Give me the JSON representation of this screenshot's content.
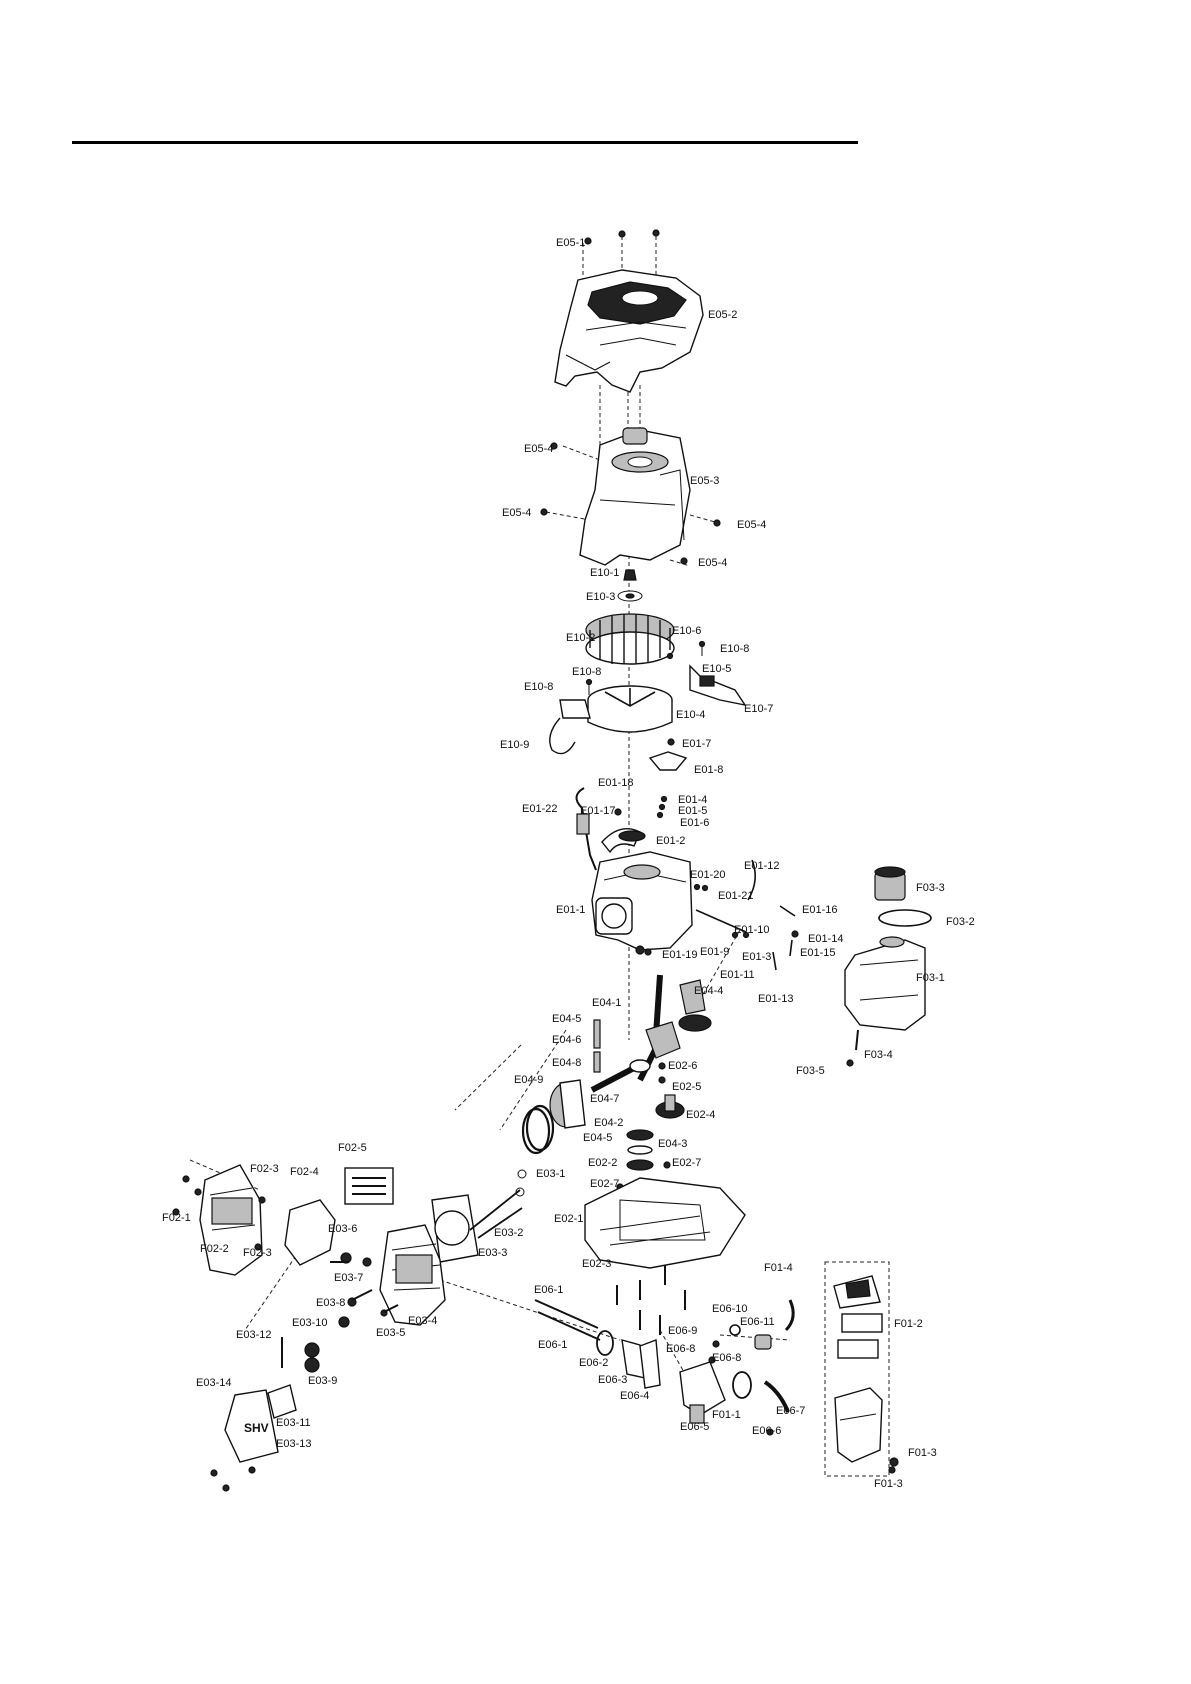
{
  "diagram": {
    "labels": [
      {
        "id": "l1",
        "text": "E05-1"
      },
      {
        "id": "l2",
        "text": "E05-2"
      },
      {
        "id": "l3",
        "text": "E05-4"
      },
      {
        "id": "l4",
        "text": "E05-3"
      },
      {
        "id": "l5",
        "text": "E05-4"
      },
      {
        "id": "l6",
        "text": "E05-4"
      },
      {
        "id": "l7",
        "text": "E05-4"
      },
      {
        "id": "l8",
        "text": "E10-1"
      },
      {
        "id": "l9",
        "text": "E10-3"
      },
      {
        "id": "l10",
        "text": "E10-2"
      },
      {
        "id": "l11",
        "text": "E10-6"
      },
      {
        "id": "l12",
        "text": "E10-8"
      },
      {
        "id": "l13",
        "text": "E10-8"
      },
      {
        "id": "l14",
        "text": "E10-5"
      },
      {
        "id": "l15",
        "text": "E10-8"
      },
      {
        "id": "l16",
        "text": "E10-4"
      },
      {
        "id": "l17",
        "text": "E10-7"
      },
      {
        "id": "l18",
        "text": "E10-9"
      },
      {
        "id": "l19",
        "text": "E01-7"
      },
      {
        "id": "l20",
        "text": "E01-8"
      },
      {
        "id": "l21",
        "text": "E01-18"
      },
      {
        "id": "l22",
        "text": "E01-22"
      },
      {
        "id": "l23",
        "text": "E01-17"
      },
      {
        "id": "l24",
        "text": "E01-4"
      },
      {
        "id": "l25",
        "text": "E01-5"
      },
      {
        "id": "l26",
        "text": "E01-6"
      },
      {
        "id": "l27",
        "text": "E01-2"
      },
      {
        "id": "l28",
        "text": "E01-20"
      },
      {
        "id": "l29",
        "text": "E01-12"
      },
      {
        "id": "l30",
        "text": "E01-21"
      },
      {
        "id": "l31",
        "text": "E01-1"
      },
      {
        "id": "l32",
        "text": "E01-16"
      },
      {
        "id": "l33",
        "text": "E01-10"
      },
      {
        "id": "l34",
        "text": "E01-14"
      },
      {
        "id": "l35",
        "text": "E01-9"
      },
      {
        "id": "l36",
        "text": "E01-3"
      },
      {
        "id": "l37",
        "text": "E01-15"
      },
      {
        "id": "l38",
        "text": "E01-19"
      },
      {
        "id": "l39",
        "text": "E01-11"
      },
      {
        "id": "l40",
        "text": "E01-13"
      },
      {
        "id": "l41",
        "text": "F03-3"
      },
      {
        "id": "l42",
        "text": "F03-2"
      },
      {
        "id": "l43",
        "text": "F03-1"
      },
      {
        "id": "l44",
        "text": "F03-4"
      },
      {
        "id": "l45",
        "text": "F03-5"
      },
      {
        "id": "l46",
        "text": "E04-1"
      },
      {
        "id": "l47",
        "text": "E04-4"
      },
      {
        "id": "l48",
        "text": "E04-5"
      },
      {
        "id": "l49",
        "text": "E04-6"
      },
      {
        "id": "l50",
        "text": "E04-9"
      },
      {
        "id": "l51",
        "text": "E04-8"
      },
      {
        "id": "l52",
        "text": "E02-6"
      },
      {
        "id": "l53",
        "text": "E02-5"
      },
      {
        "id": "l54",
        "text": "E04-7"
      },
      {
        "id": "l55",
        "text": "E02-4"
      },
      {
        "id": "l56",
        "text": "E04-2"
      },
      {
        "id": "l57",
        "text": "E04-5"
      },
      {
        "id": "l58",
        "text": "E04-3"
      },
      {
        "id": "l59",
        "text": "E02-2"
      },
      {
        "id": "l60",
        "text": "E02-7"
      },
      {
        "id": "l61",
        "text": "E02-7"
      },
      {
        "id": "l62",
        "text": "E02-1"
      },
      {
        "id": "l63",
        "text": "F02-5"
      },
      {
        "id": "l64",
        "text": "F02-3"
      },
      {
        "id": "l65",
        "text": "F02-4"
      },
      {
        "id": "l66",
        "text": "E03-1"
      },
      {
        "id": "l67",
        "text": "F02-1"
      },
      {
        "id": "l68",
        "text": "E03-2"
      },
      {
        "id": "l69",
        "text": "F02-2"
      },
      {
        "id": "l70",
        "text": "F02-3"
      },
      {
        "id": "l71",
        "text": "E03-6"
      },
      {
        "id": "l72",
        "text": "E03-3"
      },
      {
        "id": "l73",
        "text": "E02-3"
      },
      {
        "id": "l74",
        "text": "F01-4"
      },
      {
        "id": "l75",
        "text": "E03-7"
      },
      {
        "id": "l76",
        "text": "E06-1"
      },
      {
        "id": "l77",
        "text": "E03-8"
      },
      {
        "id": "l78",
        "text": "E03-4"
      },
      {
        "id": "l79",
        "text": "E03-5"
      },
      {
        "id": "l80",
        "text": "E06-10"
      },
      {
        "id": "l81",
        "text": "E06-11"
      },
      {
        "id": "l82",
        "text": "F01-2"
      },
      {
        "id": "l83",
        "text": "E03-10"
      },
      {
        "id": "l84",
        "text": "E03-12"
      },
      {
        "id": "l85",
        "text": "E06-9"
      },
      {
        "id": "l86",
        "text": "E06-1"
      },
      {
        "id": "l87",
        "text": "E06-8"
      },
      {
        "id": "l88",
        "text": "E06-8"
      },
      {
        "id": "l89",
        "text": "E03-9"
      },
      {
        "id": "l90",
        "text": "E06-2"
      },
      {
        "id": "l91",
        "text": "E06-3"
      },
      {
        "id": "l92",
        "text": "E03-14"
      },
      {
        "id": "l93",
        "text": "E06-4"
      },
      {
        "id": "l94",
        "text": "E03-11"
      },
      {
        "id": "l95",
        "text": "E06-5"
      },
      {
        "id": "l96",
        "text": "F01-1"
      },
      {
        "id": "l97",
        "text": "E06-7"
      },
      {
        "id": "l98",
        "text": "E06-6"
      },
      {
        "id": "l99",
        "text": "E03-13"
      },
      {
        "id": "l100",
        "text": "F01-3"
      },
      {
        "id": "l101",
        "text": "F01-3"
      }
    ],
    "logo_text": "SHV"
  }
}
